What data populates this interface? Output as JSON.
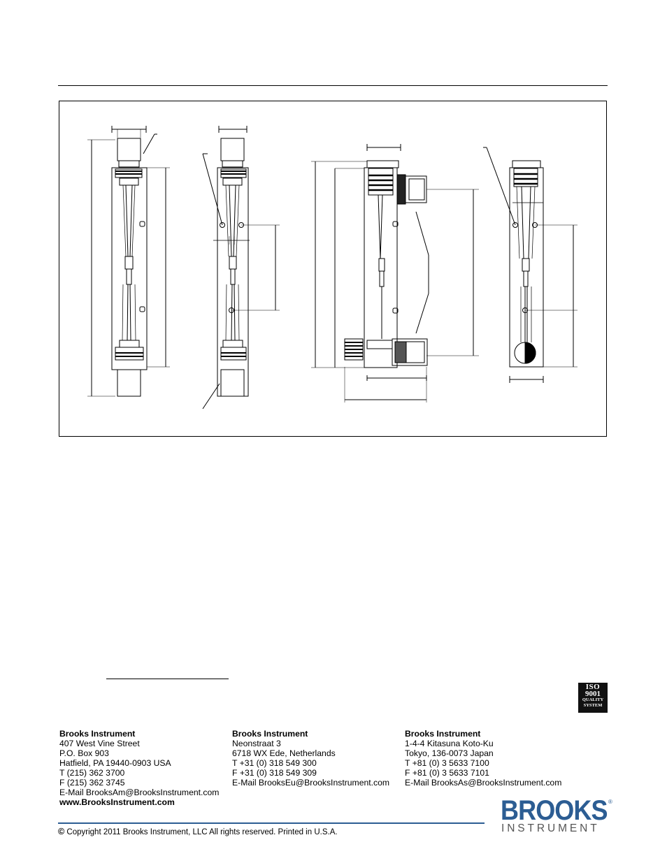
{
  "footer": {
    "offices": [
      {
        "company": "Brooks Instrument",
        "lines": [
          "407 West Vine Street",
          "P.O. Box 903",
          "Hatfield, PA 19440-0903 USA",
          "T (215) 362 3700",
          "F (215) 362 3745",
          "E-Mail BrooksAm@BrooksInstrument.com"
        ],
        "website": "www.BrooksInstrument.com"
      },
      {
        "company": "Brooks Instrument",
        "lines": [
          "Neonstraat 3",
          "6718 WX Ede, Netherlands",
          "T +31 (0) 318 549 300",
          "F +31 (0) 318 549 309",
          "E-Mail BrooksEu@BrooksInstrument.com"
        ]
      },
      {
        "company": "Brooks Instrument",
        "lines": [
          "1-4-4 Kitasuna Koto-Ku",
          "Tokyo, 136-0073 Japan",
          "T +81 (0) 3 5633 7100",
          "F +81 (0) 3 5633 7101",
          "E-Mail BrooksAs@BrooksInstrument.com"
        ]
      }
    ],
    "copyright_symbol": "©",
    "copyright": "Copyright 2011 Brooks Instrument, LLC All rights reserved. Printed in U.S.A."
  },
  "iso_badge": {
    "line1": "ISO",
    "line2": "9001",
    "line3": "QUALITY",
    "line4": "SYSTEM"
  },
  "brand": {
    "name": "BROOKS",
    "registered": "®",
    "subtitle": "INSTRUMENT",
    "color": "#2c5d93"
  },
  "drawing": {
    "views": [
      "flowmeter-front-view",
      "flowmeter-front-view-with-scale",
      "flowmeter-side-view-with-valve",
      "flowmeter-front-view-with-valve-knob"
    ],
    "line_color": "#000000"
  }
}
